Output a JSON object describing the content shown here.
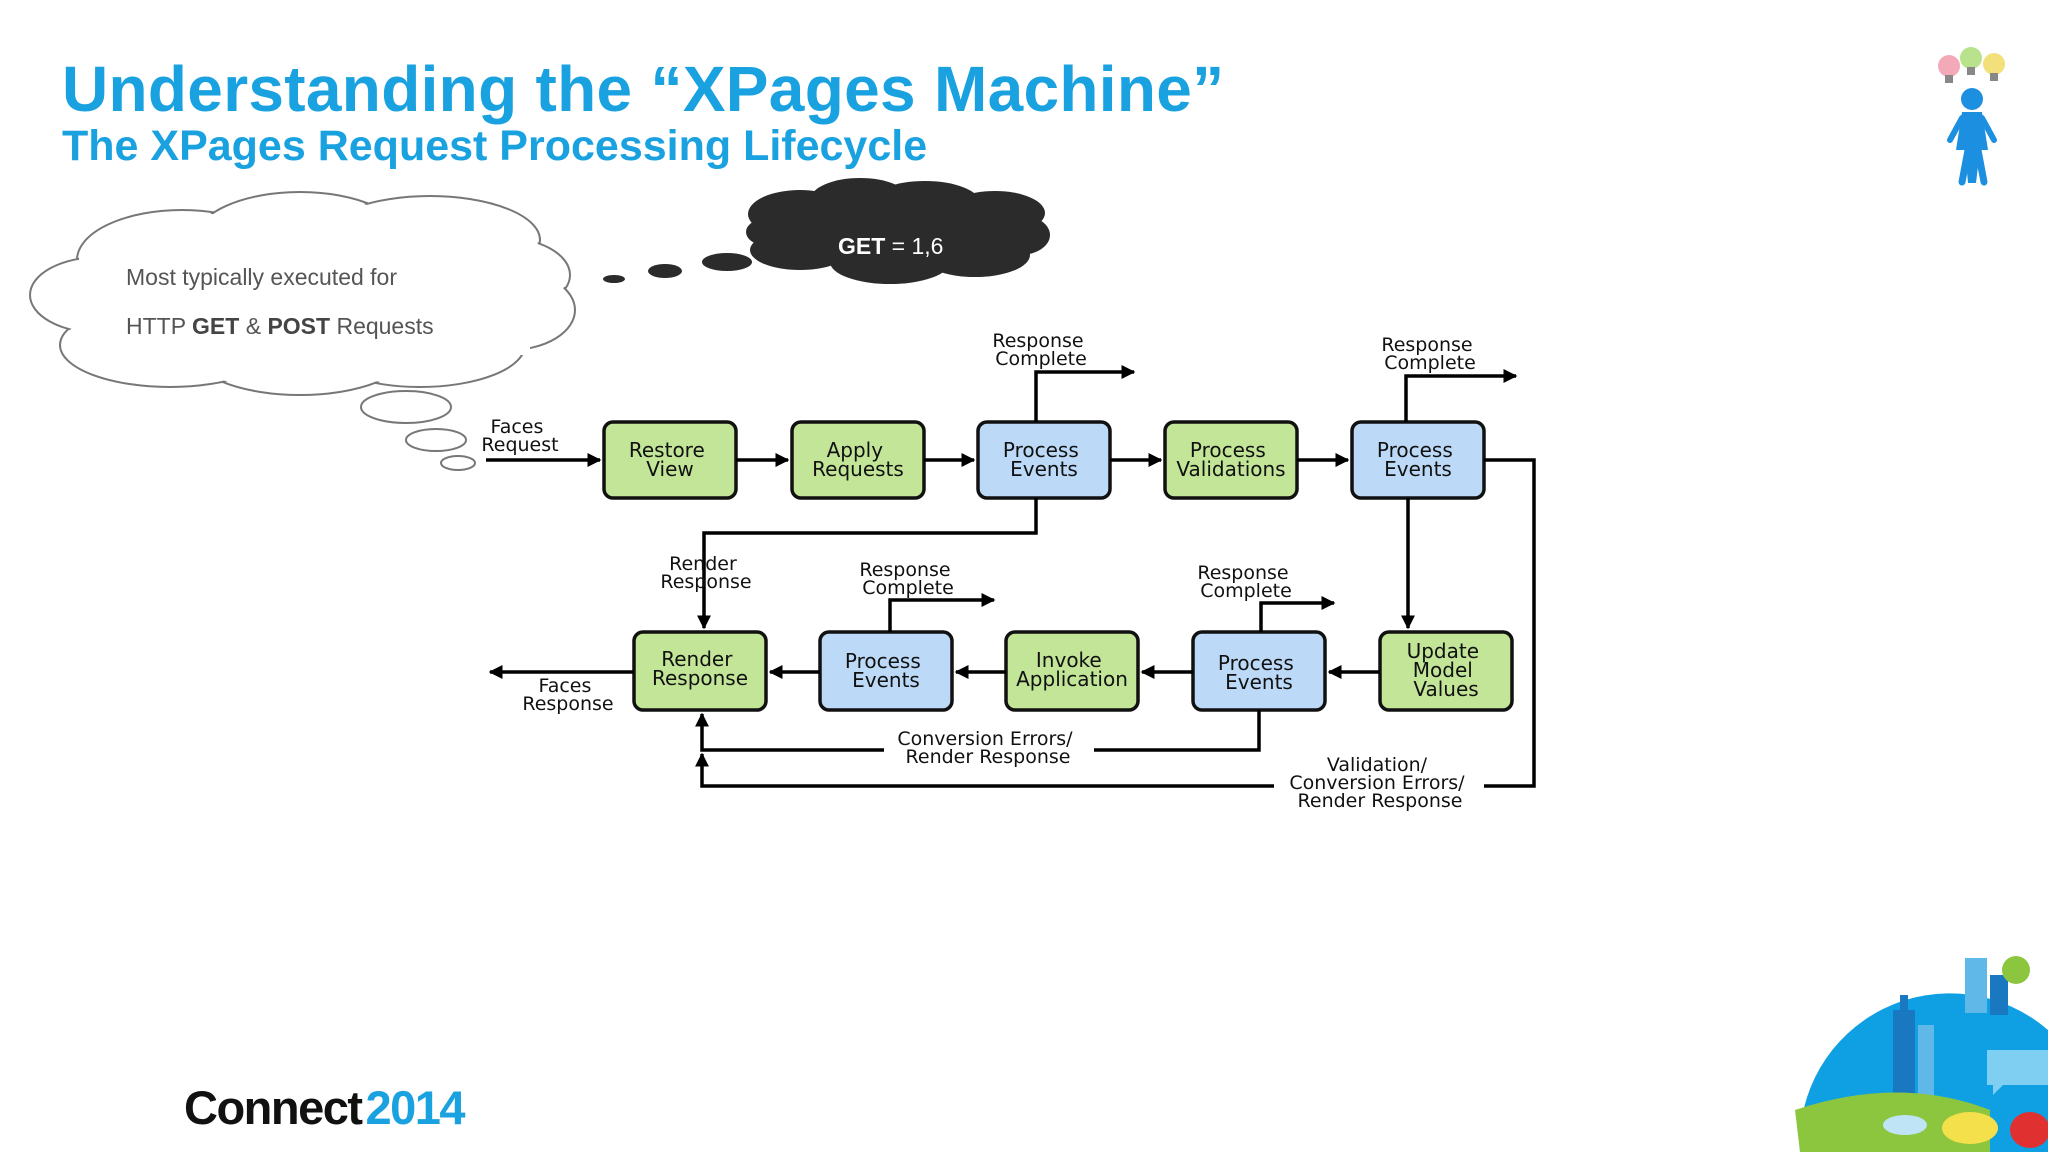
{
  "header": {
    "title": "Understanding the “XPages Machine”",
    "subtitle": "The XPages Request Processing Lifecycle"
  },
  "thought_bubble": {
    "line1": "Most typically executed for",
    "line2_prefix": "HTTP ",
    "line2_get": "GET",
    "line2_amp": " & ",
    "line2_post": "POST",
    "line2_suffix": " Requests"
  },
  "get_bubble": {
    "bold": "GET",
    "rest": " = 1,6"
  },
  "diagram": {
    "boxes": {
      "restore_view": [
        "Restore",
        "View"
      ],
      "apply_requests": [
        "Apply",
        "Requests"
      ],
      "process_events_1": [
        "Process",
        "Events"
      ],
      "process_validations": [
        "Process",
        "Validations"
      ],
      "process_events_2": [
        "Process",
        "Events"
      ],
      "update_model_values": [
        "Update",
        "Model",
        "Values"
      ],
      "process_events_3": [
        "Process",
        "Events"
      ],
      "invoke_application": [
        "Invoke",
        "Application"
      ],
      "process_events_4": [
        "Process",
        "Events"
      ],
      "render_response": [
        "Render",
        "Response"
      ]
    },
    "labels": {
      "faces_request": [
        "Faces",
        "Request"
      ],
      "faces_response": [
        "Faces",
        "Response"
      ],
      "response_complete": [
        "Response",
        "Complete"
      ],
      "render_response": [
        "Render",
        "Response"
      ],
      "conversion_errors": [
        "Conversion Errors/",
        "Render Response"
      ],
      "validation_errors": [
        "Validation/",
        "Conversion Errors/",
        "Render Response"
      ]
    },
    "colors": {
      "green_box": "#c2e597",
      "blue_box": "#bcdaf7",
      "bubble_dark": "#2b2b2b",
      "accent": "#1aa1e0"
    }
  },
  "footer": {
    "brand_word": "Connect",
    "brand_year": "2014"
  }
}
